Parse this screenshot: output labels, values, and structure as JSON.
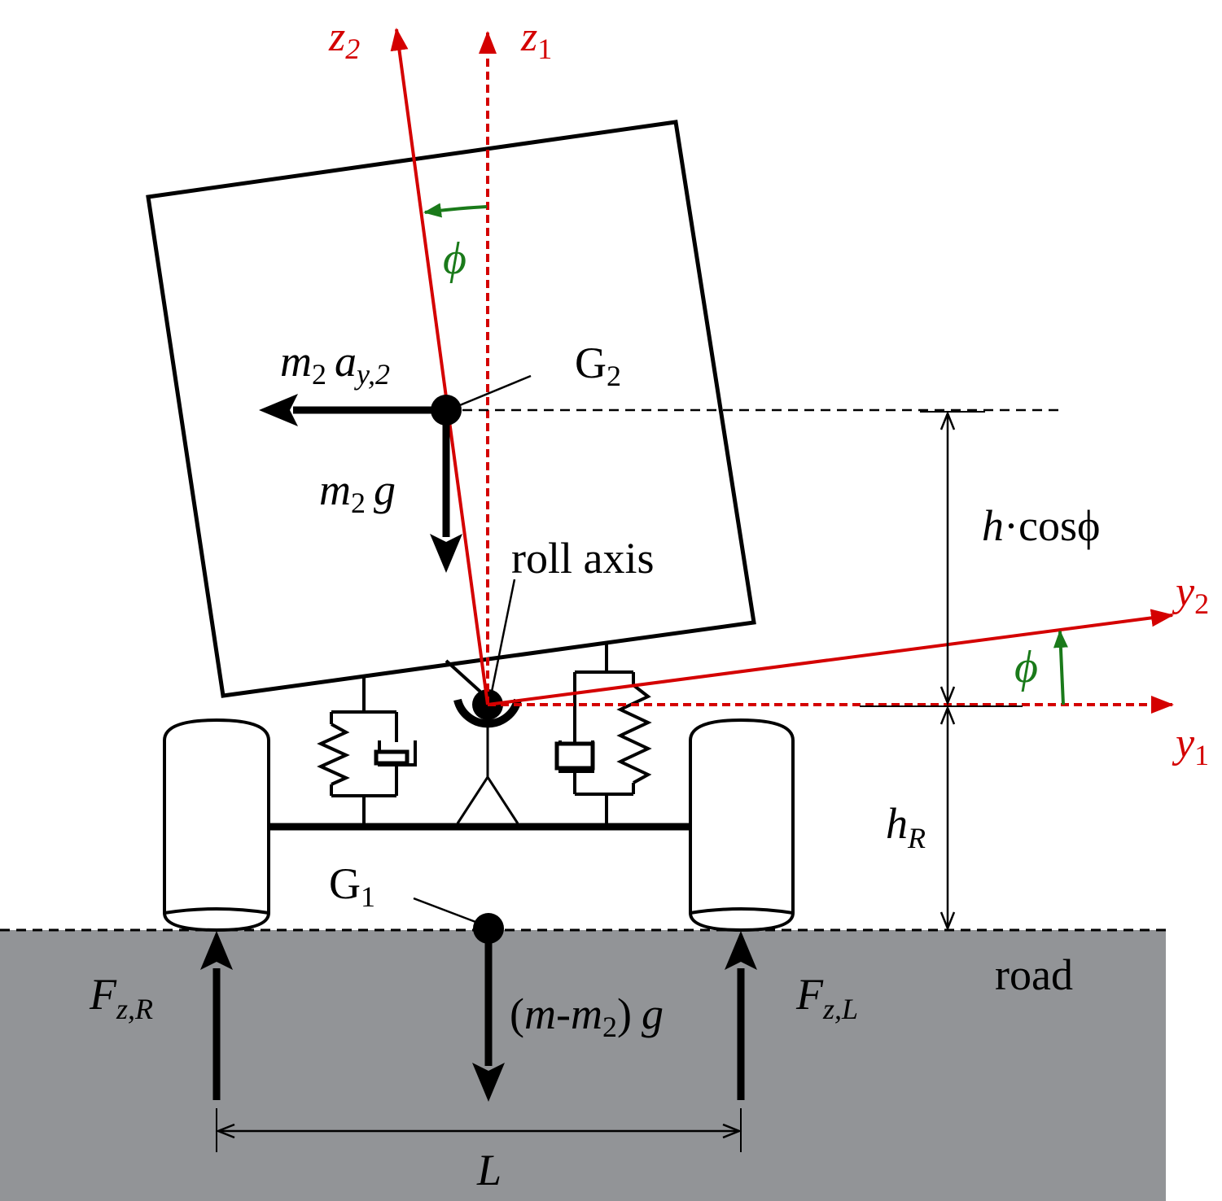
{
  "labels": {
    "z2": "z",
    "z2_sub": "2",
    "z1": "z",
    "z1_sub": "1",
    "y2": "y",
    "y2_sub": "2",
    "y1": "y",
    "y1_sub": "1",
    "phi_top": "ϕ",
    "phi_right": "ϕ",
    "G2": "G",
    "G2_sub": "2",
    "G1": "G",
    "G1_sub": "1",
    "inertia_m": "m",
    "inertia_m_sub": "2",
    "inertia_a": "a",
    "inertia_a_sub": "y,2",
    "gravity2_m": "m",
    "gravity2_m_sub": "2",
    "gravity2_g": "g",
    "roll_axis": "roll axis",
    "hcos_h": "h",
    "hcos_rest": "·cosϕ",
    "hR_h": "h",
    "hR_sub": "R",
    "road": "road",
    "FzR_F": "F",
    "FzR_sub": "z,R",
    "FzL_F": "F",
    "FzL_sub": "z,L",
    "gravity1_open": "(",
    "gravity1_m": "m",
    "gravity1_dash": "-",
    "gravity1_m2": "m",
    "gravity1_m2_sub": "2",
    "gravity1_close": ")",
    "gravity1_g": "g",
    "L": "L"
  },
  "colors": {
    "axes_red": "#d40000",
    "angle_green": "#1a7a1a",
    "road_gray": "#929497",
    "ink": "#000000"
  }
}
